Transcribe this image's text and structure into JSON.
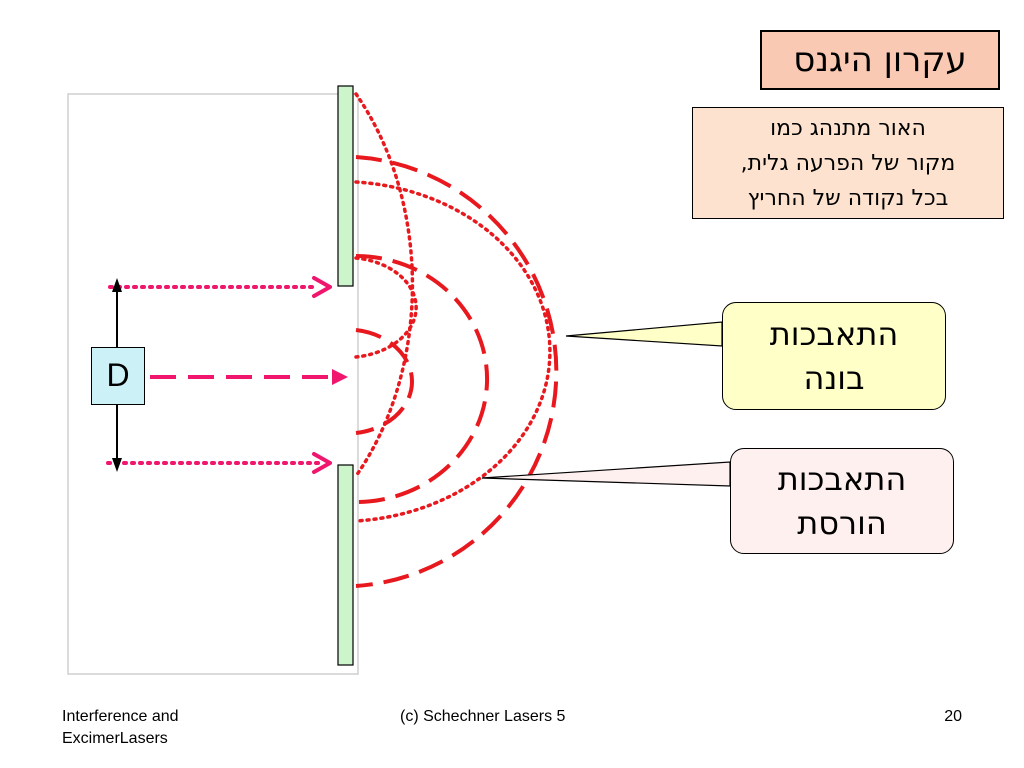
{
  "title": "עקרון היגנס",
  "description": {
    "lines": [
      "האור מתנהג כמו",
      "מקור של הפרעה גלית,",
      "בכל נקודה של החריץ"
    ]
  },
  "constructive": {
    "lines": [
      "התאבכות",
      "בונה"
    ]
  },
  "destructive": {
    "lines": [
      "התאבכות",
      "הורסת"
    ]
  },
  "slit_label": "D",
  "footer": {
    "left_lines": [
      "Interference and",
      "ExcimerLasers"
    ],
    "center": "(c) Schechner  Lasers 5",
    "page_number": "20"
  },
  "colors": {
    "wave_red": "#e8191e",
    "ray_pink": "#f0166e",
    "slit_fill": "#ccf5cc",
    "title_fill": "#f9c9b4",
    "desc_fill": "#fde3cf",
    "constructive_fill": "#ffffc8",
    "destructive_fill": "#fff0f0",
    "d_fill": "#ccf2f8"
  }
}
